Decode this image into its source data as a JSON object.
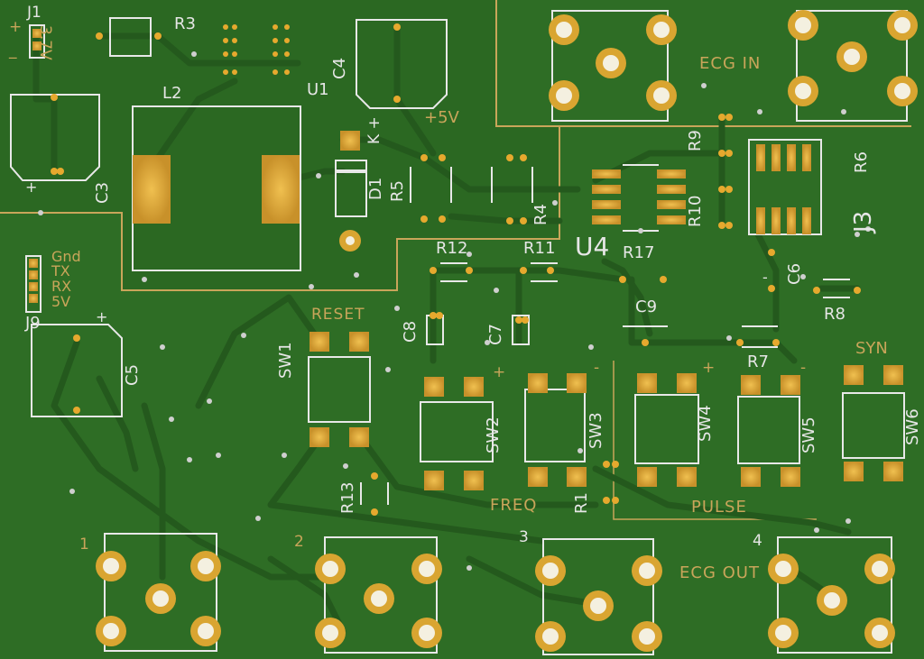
{
  "board": {
    "designators": {
      "J1": "J1",
      "R3": "R3",
      "U1": "U1",
      "C4": "C4",
      "L2": "L2",
      "C3": "C3",
      "D1": "D1",
      "R5": "R5",
      "R4": "R4",
      "R9": "R9",
      "R10": "R10",
      "R6": "R6",
      "J3": "J3",
      "U4": "U4",
      "R17": "R17",
      "R12": "R12",
      "R11": "R11",
      "C6": "C6",
      "R8": "R8",
      "C9": "C9",
      "C8": "C8",
      "C7": "C7",
      "R7": "R7",
      "SW1": "SW1",
      "SW2": "SW2",
      "SW3": "SW3",
      "SW4": "SW4",
      "SW5": "SW5",
      "SW6": "SW6",
      "C5": "C5",
      "J9": "J9",
      "R13": "R13",
      "R1": "R1"
    },
    "labels": {
      "ecg_in": "ECG IN",
      "ecg_out": "ECG OUT",
      "plus5v": "+5V",
      "k_plus": "K +",
      "reset": "RESET",
      "freq": "FREQ",
      "pulse": "PULSE",
      "syn": "SYN",
      "v37": "3.7V",
      "plus": "+",
      "minus": "_",
      "minus2": "-",
      "out1": "1",
      "out2": "2",
      "out3": "3",
      "out4": "4"
    },
    "j9_pins": [
      "Gnd",
      "TX",
      "RX",
      "5V"
    ],
    "colors": {
      "soldermask": "#2d6b24",
      "copper_pour": "#2a6321",
      "trace": "#23571c",
      "pad_gold": "#d9a531",
      "silkscreen": "#e6e6e6",
      "edge": "#c9a55a"
    }
  }
}
